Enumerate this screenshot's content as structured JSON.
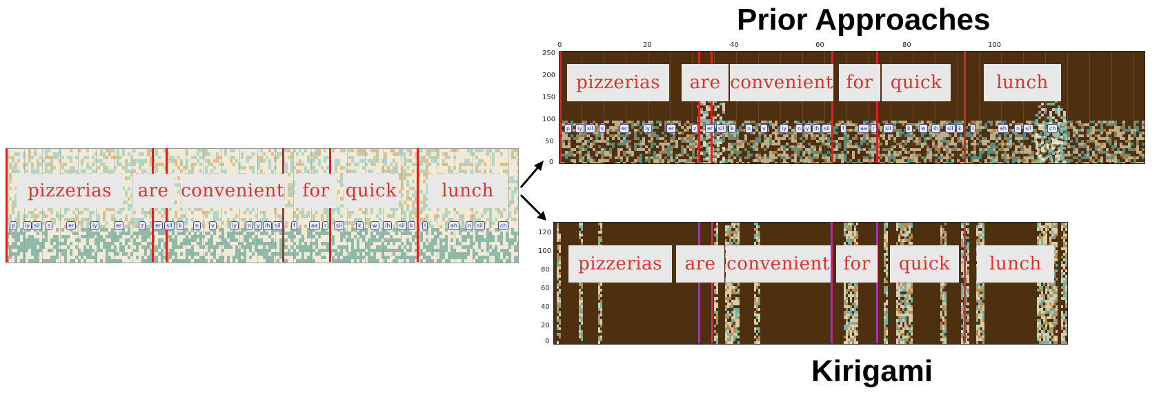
{
  "titles": {
    "top": "Prior Approaches",
    "bottom": "Kirigami"
  },
  "words": [
    "pizzerias",
    "are",
    "convenient",
    "for",
    "quick",
    "lunch"
  ],
  "phones": [
    "p",
    "iy",
    "sil",
    "s",
    "er",
    "iy",
    "er",
    "z",
    "er",
    "sil",
    "k",
    "n",
    "v",
    "iy",
    "n",
    "y",
    "ih",
    "sil",
    "f",
    "aa",
    "r",
    "sil",
    "k",
    "w",
    "ih",
    "sil",
    "k",
    "l",
    "ah",
    "n",
    "sil",
    "ch"
  ],
  "prior_axes": {
    "x_ticks": [
      "0",
      "20",
      "40",
      "60",
      "80",
      "100"
    ],
    "y_ticks": [
      "250",
      "200",
      "150",
      "100",
      "50",
      "0"
    ]
  },
  "kirigami_axes": {
    "y_ticks": [
      "120",
      "100",
      "80",
      "60",
      "40",
      "20",
      "0"
    ]
  },
  "colors": {
    "word_text": "#e0302a",
    "boundary": "#d9241b",
    "dark_bg": "#4e2f10",
    "teal": "#5fb0a8"
  }
}
